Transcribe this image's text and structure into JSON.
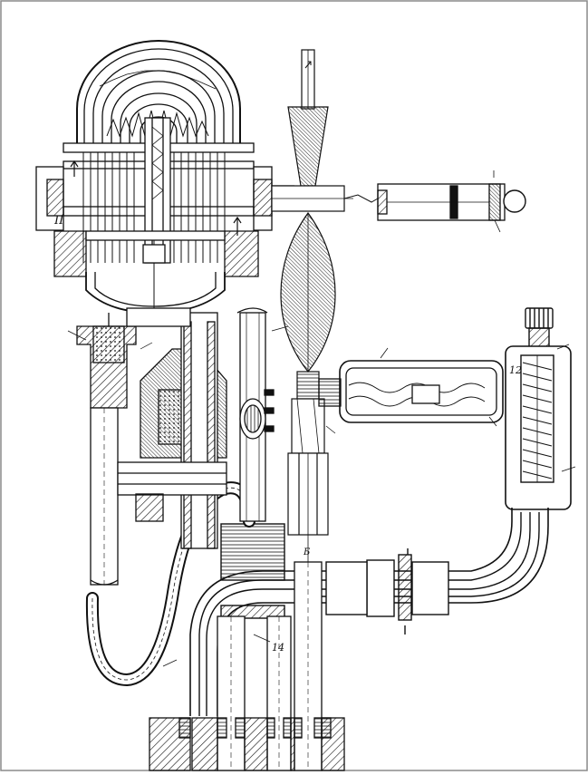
{
  "drawing": {
    "ink_color": "#111111",
    "paper_color": "#ffffff",
    "border_color": "#8a8a8a",
    "labels": {
      "flow_a": "II",
      "flow_b": "14",
      "small_mark": "Б",
      "side_mark": "12"
    }
  }
}
